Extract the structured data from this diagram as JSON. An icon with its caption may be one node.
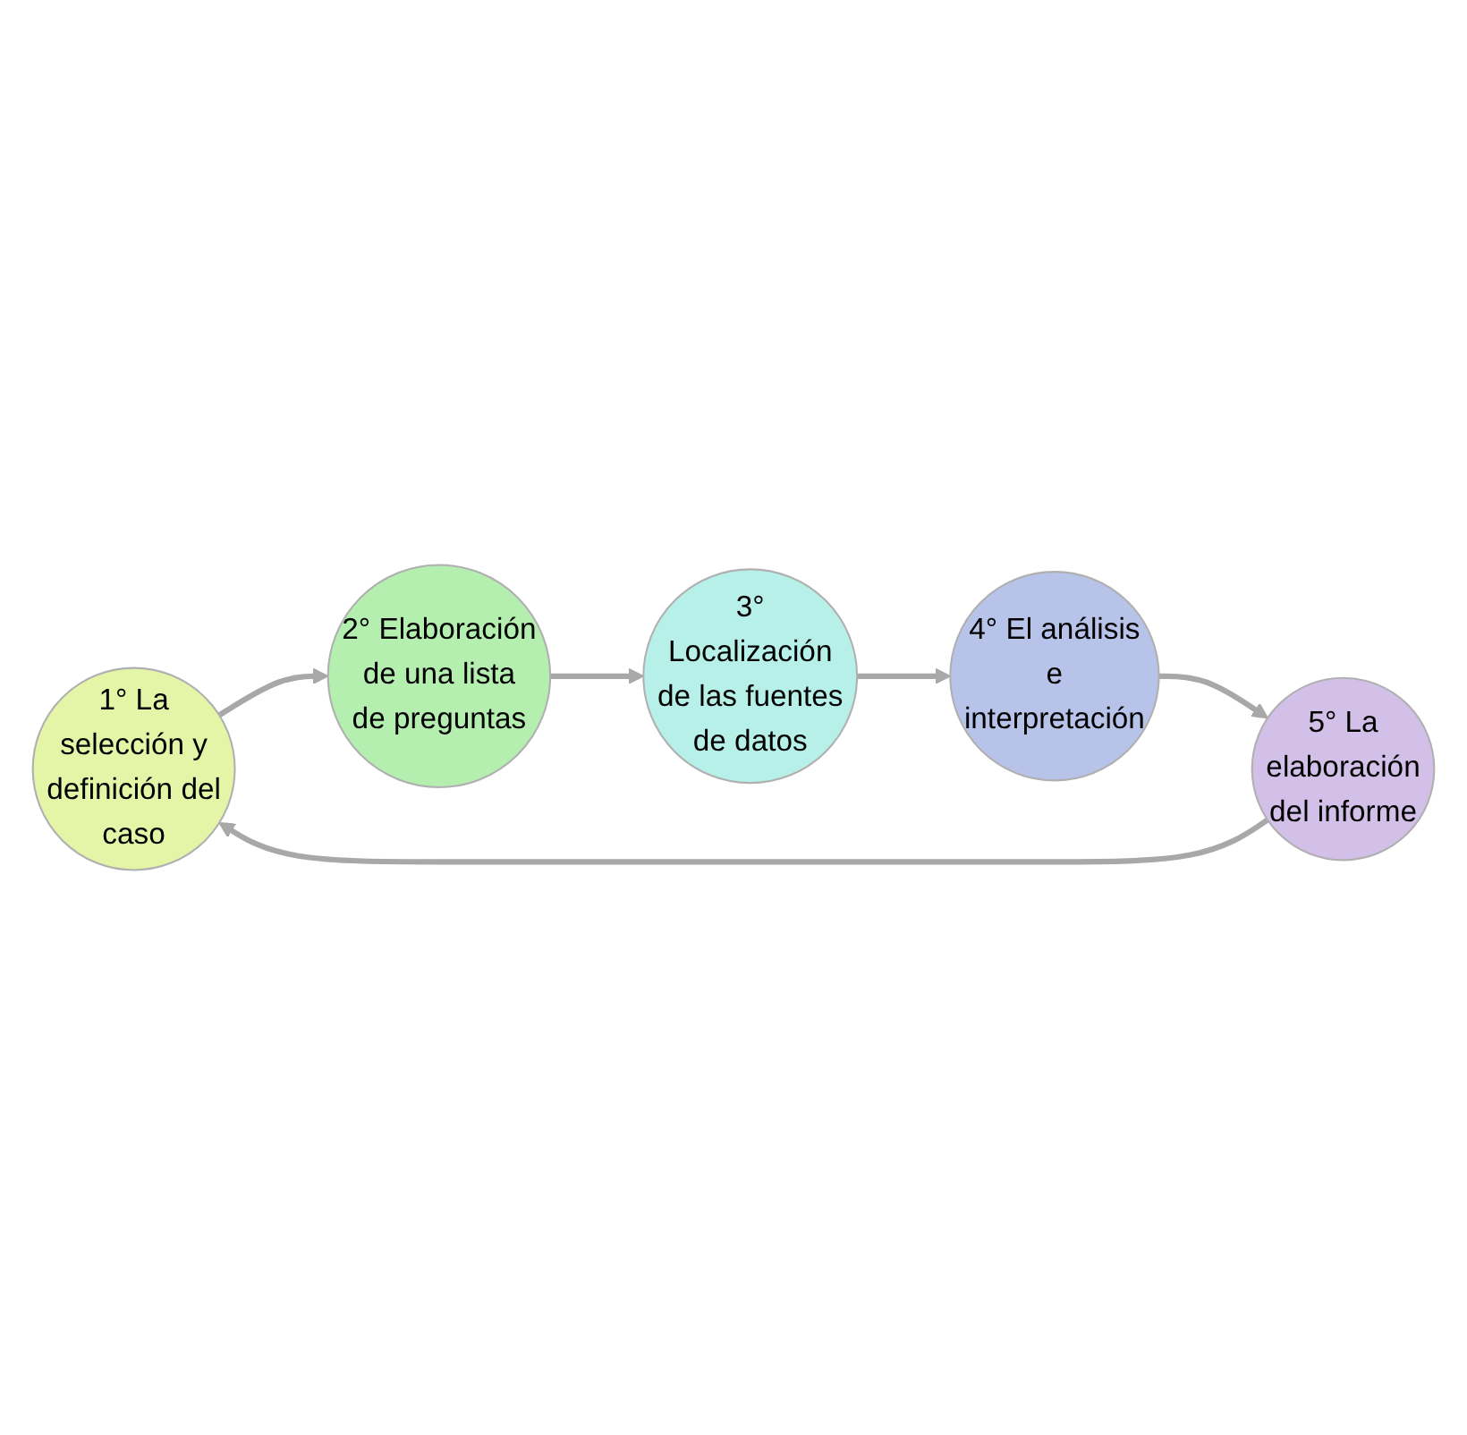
{
  "diagram": {
    "nodes": [
      {
        "text": [
          "1° La selección y definición del caso"
        ]
      },
      {
        "text": [
          "2° Elaboración de una lista de preguntas"
        ]
      },
      {
        "text": [
          "3° Localización de las fuentes de datos"
        ]
      },
      {
        "text": [
          "4° El análisis e interpretación"
        ]
      },
      {
        "text": [
          "5° La elaboración del informe"
        ]
      }
    ],
    "edges": [
      {
        "from": 0,
        "to": 1,
        "arrow": "to"
      },
      {
        "from": 1,
        "to": 2,
        "arrow": "to"
      },
      {
        "from": 2,
        "to": 3,
        "arrow": "to"
      },
      {
        "from": 3,
        "to": 4,
        "arrow": "to"
      },
      {
        "from": 4,
        "to": 0,
        "arrow": "to"
      }
    ]
  }
}
